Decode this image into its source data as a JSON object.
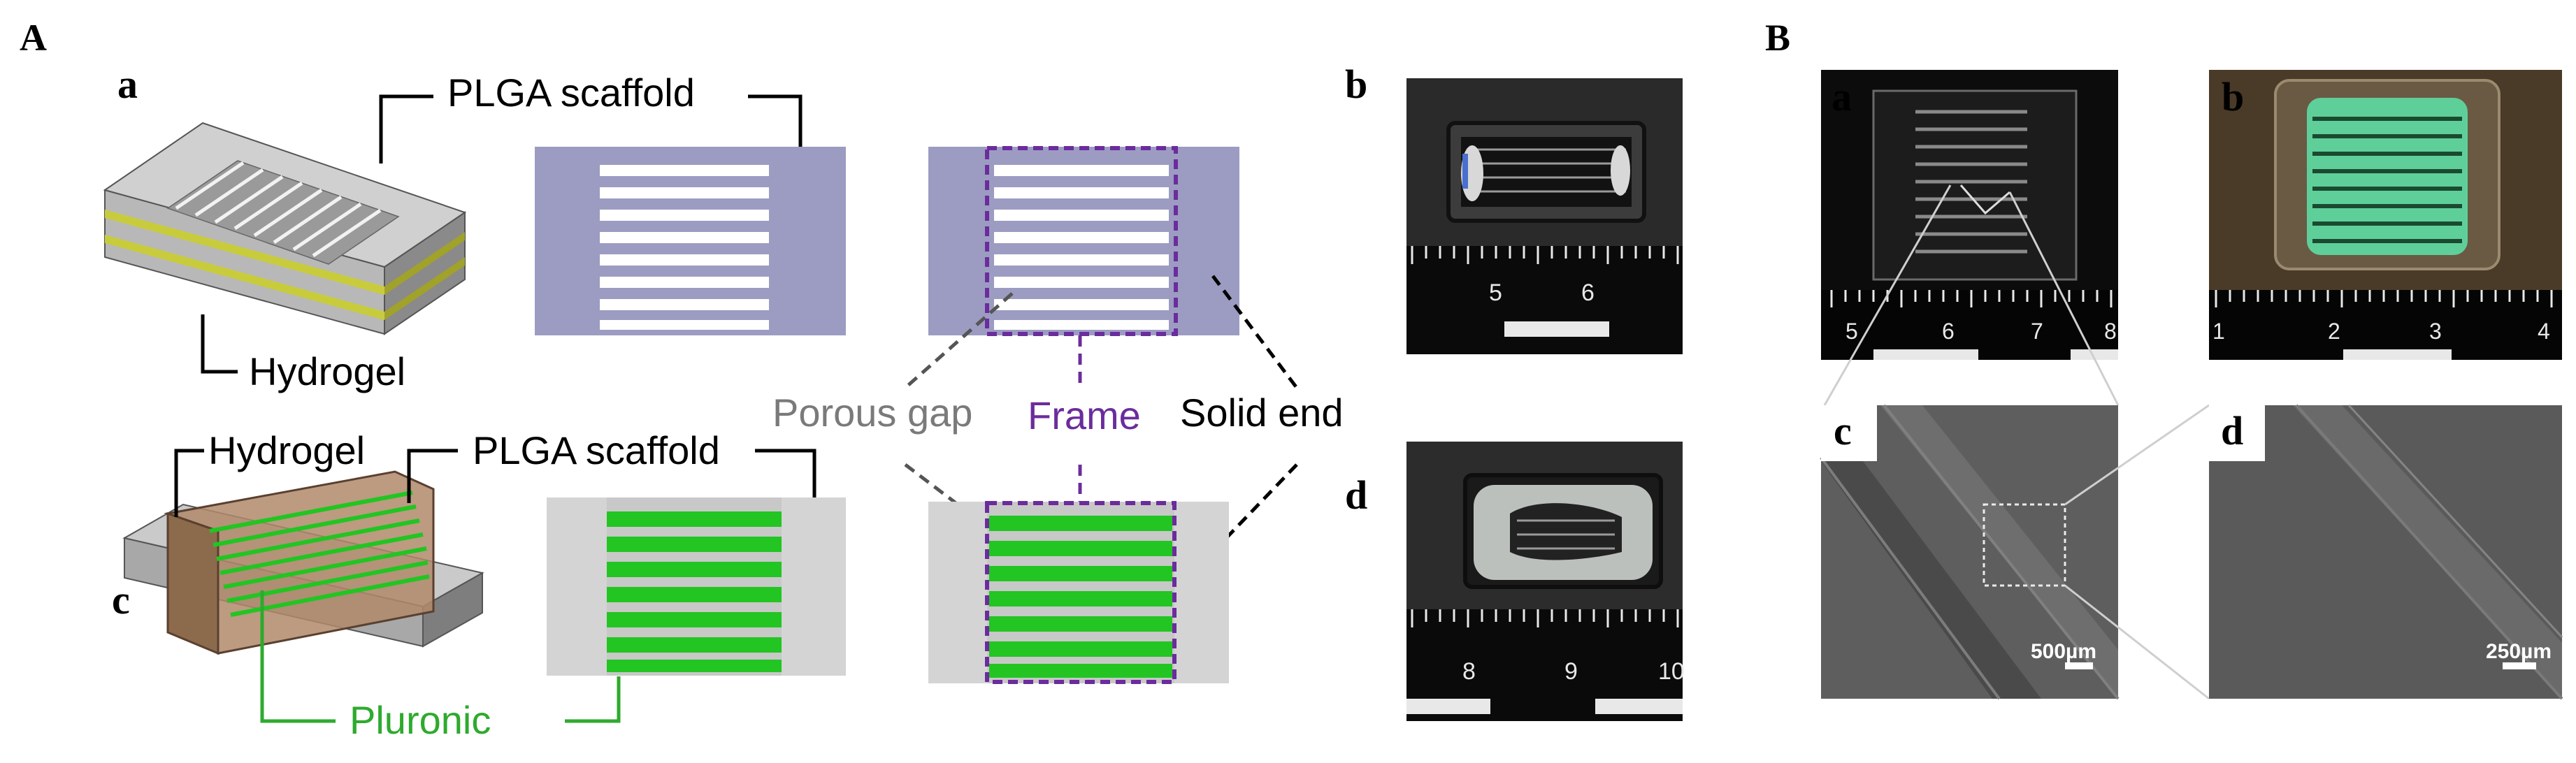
{
  "panelA": {
    "letter": "A",
    "sub": {
      "a": "a",
      "b": "b",
      "c": "c",
      "d": "d"
    },
    "labels": {
      "plga_top": "PLGA scaffold",
      "hydrogel_top": "Hydrogel",
      "hydrogel_c": "Hydrogel",
      "plga_c": "PLGA scaffold",
      "porous_gap": "Porous gap",
      "frame": "Frame",
      "solid_end": "Solid end",
      "pluronic": "Pluronic"
    },
    "ruler_b_numbers": [
      "5",
      "6"
    ],
    "ruler_d_numbers": [
      "8",
      "9",
      "10"
    ]
  },
  "panelB": {
    "letter": "B",
    "sub": {
      "a": "a",
      "b": "b",
      "c": "c",
      "d": "d"
    },
    "ruler_a_numbers": [
      "5",
      "6",
      "7",
      "8"
    ],
    "ruler_b_numbers": [
      "1",
      "2",
      "3",
      "4"
    ],
    "scale_c": "500µm",
    "scale_d": "250µm"
  },
  "colors": {
    "scaffold_purple": "#9c9cc2",
    "scaffold_gray": "#d4d4d4",
    "pluronic_green": "#22c522",
    "hydrogel_yellow": "#c8cc3c",
    "frame_purple": "#6b2c9c",
    "porous_gap_gray": "#7a7a7a",
    "pluronic_text": "#2eaa2e",
    "hydrogel_brown": "#b08a6a",
    "green_print": "#5fcf9a"
  }
}
